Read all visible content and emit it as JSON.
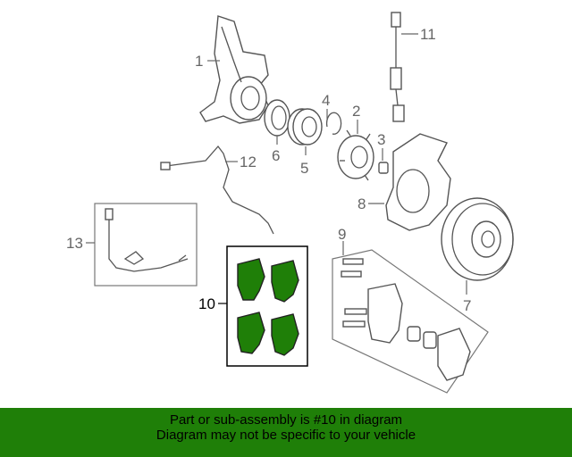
{
  "callouts": {
    "c1": "1",
    "c2": "2",
    "c3": "3",
    "c4": "4",
    "c5": "5",
    "c6": "6",
    "c7": "7",
    "c8": "8",
    "c9": "9",
    "c10": "10",
    "c11": "11",
    "c12": "12",
    "c13": "13"
  },
  "banner": {
    "line1": "Part or sub-assembly is #10 in diagram",
    "line2": "Diagram may not be specific to your vehicle"
  },
  "colors": {
    "highlight": "#1f7f08",
    "banner_bg": "#1f7f08",
    "line": "#555555"
  }
}
